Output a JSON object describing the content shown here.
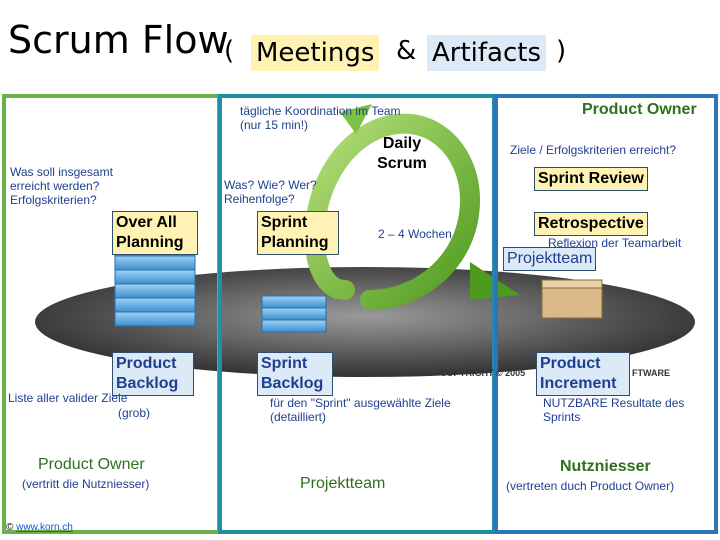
{
  "title": {
    "main": "Scrum Flow",
    "open_paren": "(",
    "meetings": "Meetings",
    "amp": "&",
    "artifacts": "Artifacts",
    "close_paren": ")"
  },
  "left": {
    "question": "Was soll insgesamt erreicht werden? Erfolgskriterien?",
    "meeting": "Over All Planning",
    "artifact": "Product Backlog",
    "artifact_desc": "Liste aller valider Ziele",
    "artifact_desc2": "(grob)",
    "role": "Product Owner",
    "role_sub": "(vertritt die Nutzniesser)"
  },
  "middle": {
    "daily_desc": "tägliche Koordination im Team (nur 15 min!)",
    "daily_label": "Daily Scrum",
    "question": "Was? Wie? Wer? Reihenfolge?",
    "meeting": "Sprint Planning",
    "duration": "2 – 4 Wochen",
    "artifact": "Sprint Backlog",
    "artifact_desc": "für den \"Sprint\" ausgewählte Ziele (detailliert)",
    "role": "Projektteam",
    "copyright_mark": "COPYRIGHT © 2005",
    "software_mark": "FTWARE"
  },
  "right": {
    "role_top": "Product Owner",
    "question": "Ziele / Erfolgskriterien erreicht?",
    "review": "Sprint Review",
    "retro": "Retrospective",
    "retro_desc": "Reflexion der Teamarbeit",
    "retro_team": "Projektteam",
    "artifact": "Product Increment",
    "artifact_desc": "NUTZBARE Resultate des Sprints",
    "role": "Nutzniesser",
    "role_sub": "(vertreten duch Product Owner)"
  },
  "footer": {
    "copyright": "©",
    "link": "www.korn.ch"
  },
  "colors": {
    "frame_green": "#6ab04c",
    "frame_teal": "#1f8fa3",
    "frame_blue": "#2e75b6",
    "highlight_yellow": "#fff2b3",
    "highlight_blue": "#dce9f7",
    "arrow_green": "#7cc242",
    "text_blue": "#1f3f8f"
  }
}
